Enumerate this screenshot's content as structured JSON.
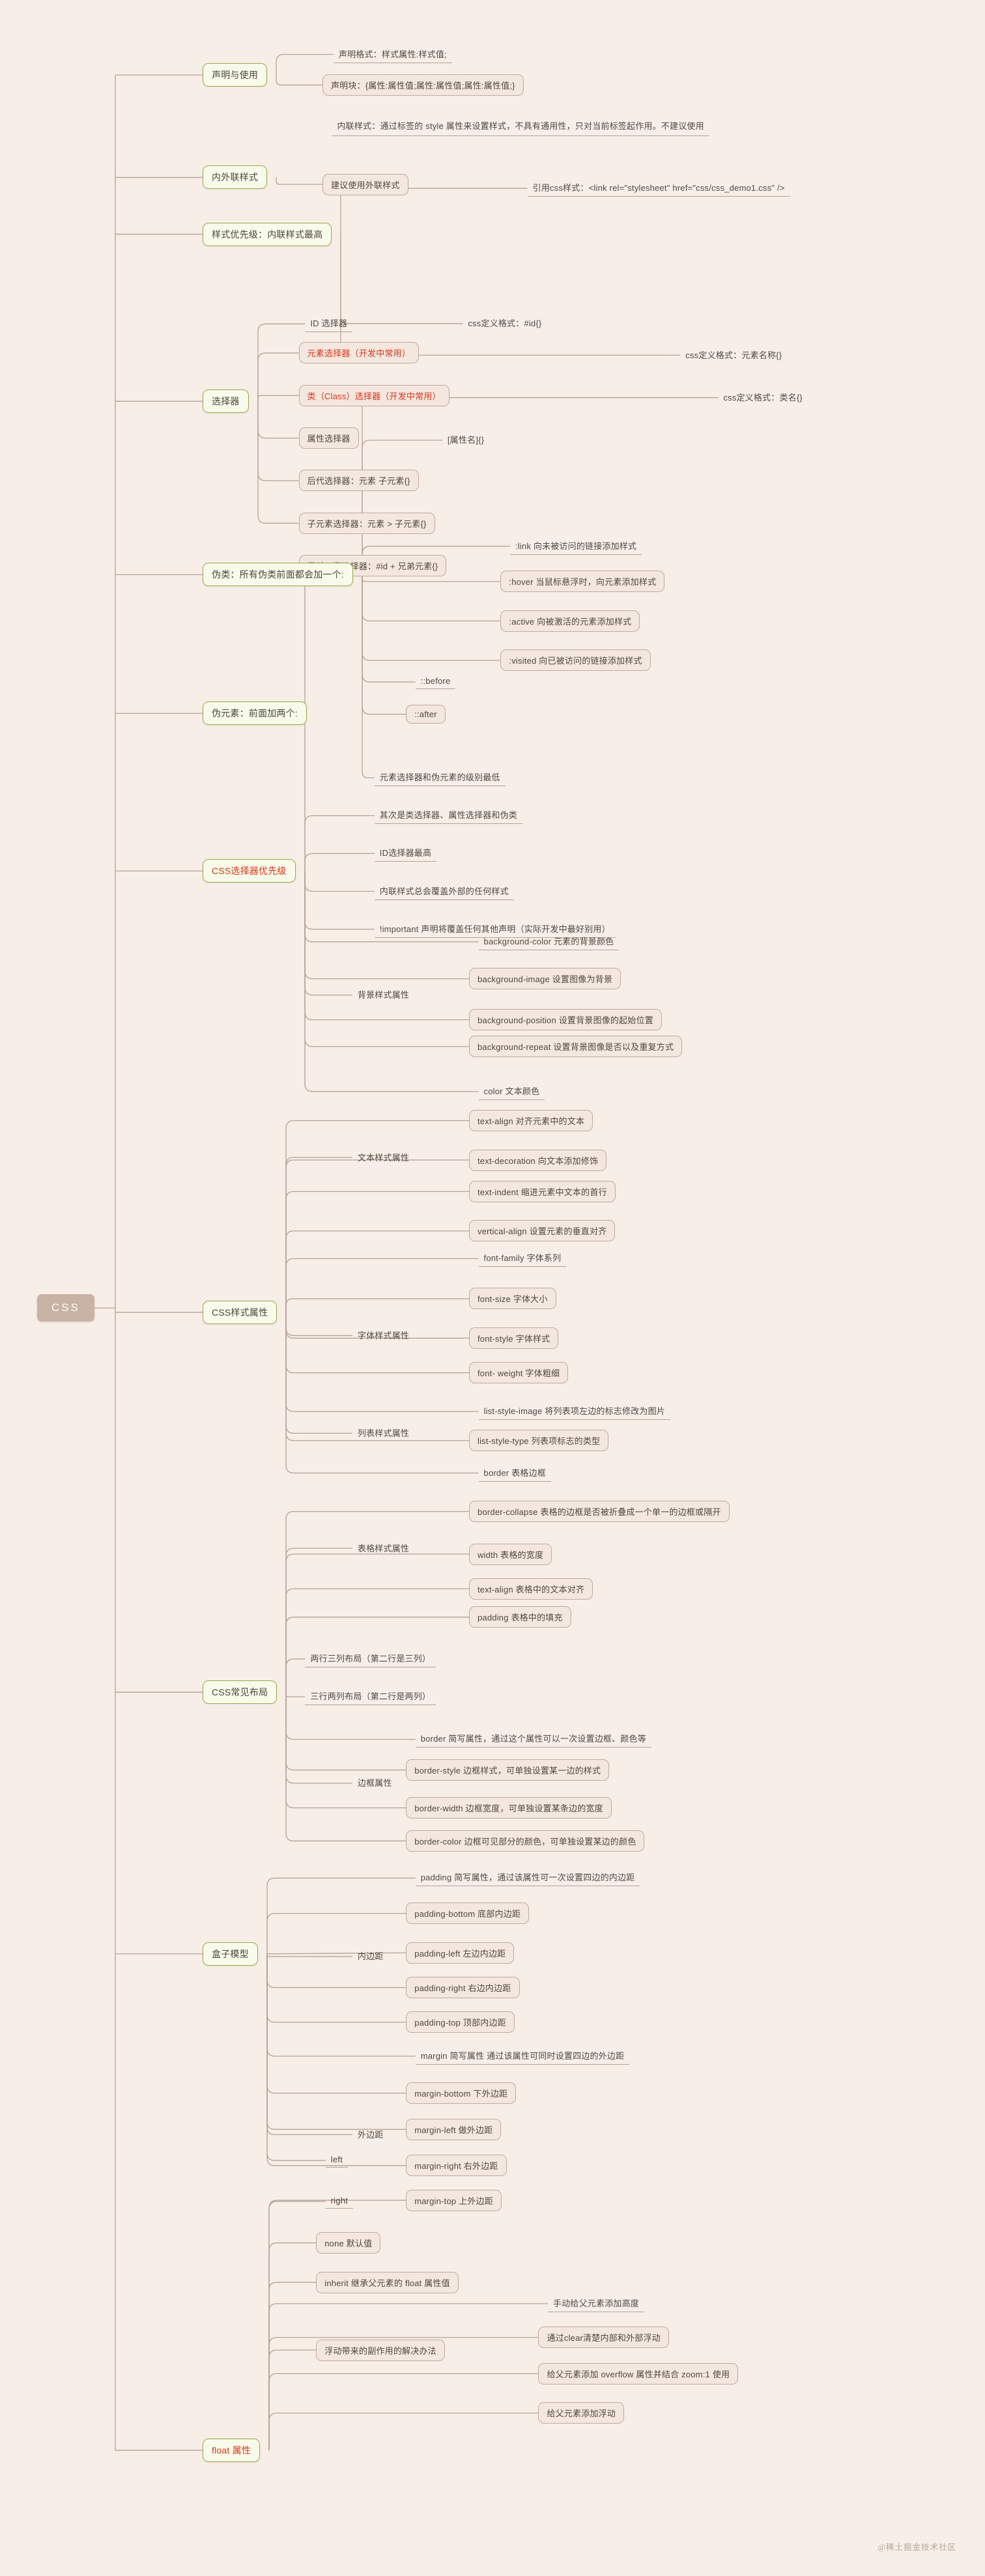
{
  "meta": {
    "root_label": "CSS",
    "credit": "@稀土掘金技术社区",
    "colors": {
      "canvas": "#f7eee8",
      "root_fill": "#c9b3a5",
      "branch_fill": "#f8fbe9",
      "branch_border": "#9aa94b",
      "panel_fill": "#f3e7df",
      "panel_border": "#bfab9e",
      "link": "#b6a296",
      "text": "#50483f",
      "accent_red": "#d8361b"
    }
  },
  "branches": [
    {
      "id": "decl",
      "label": "声明与使用",
      "children": [
        {
          "label": "声明格式：样式属性:样式值;",
          "style": "leaf"
        },
        {
          "label": "声明块：{属性:属性值;属性:属性值;属性:属性值;}",
          "style": "panel"
        }
      ]
    },
    {
      "id": "inline-external",
      "label": "内外联样式",
      "children": [
        {
          "label": "内联样式：通过标签的 style 属性来设置样式，不具有通用性，只对当前标签起作用。不建议使用",
          "style": "leaf-2line"
        },
        {
          "label": "建议使用外联样式",
          "style": "panel"
        },
        {
          "label": "引用css样式：<link rel=\"stylesheet\" href=\"css/css_demo1.css\" />",
          "style": "leaf"
        }
      ]
    },
    {
      "id": "priority-inline",
      "label": "样式优先级：内联样式最高",
      "children": []
    },
    {
      "id": "selector",
      "label": "选择器",
      "children": [
        {
          "label": "ID 选择器",
          "style": "leaf",
          "extra": "css定义格式：#id{}"
        },
        {
          "label": "元素选择器（开发中常用）",
          "style": "panel",
          "red": true,
          "extra": "css定义格式：元素名称{}"
        },
        {
          "label": "类（Class）选择器（开发中常用）",
          "style": "panel",
          "red": true,
          "extra": "css定义格式：类名{}"
        },
        {
          "label": "属性选择器",
          "style": "panel",
          "extra": "[属性名]{}"
        },
        {
          "label": "后代选择器：元素 子元素{}",
          "style": "panel"
        },
        {
          "label": "子元素选择器：元素 > 子元素{}",
          "style": "panel"
        },
        {
          "label": "兄弟元素选择器：#id + 兄弟元素{}",
          "style": "panel"
        }
      ]
    },
    {
      "id": "pseudo-class",
      "label": "伪类：所有伪类前面都会加一个:",
      "children": [
        {
          "label": ":link 向未被访问的链接添加样式",
          "style": "leaf"
        },
        {
          "label": ":hover 当鼠标悬浮时，向元素添加样式",
          "style": "panel"
        },
        {
          "label": ":active 向被激活的元素添加样式",
          "style": "panel"
        },
        {
          "label": ":visited 向已被访问的链接添加样式",
          "style": "panel"
        }
      ]
    },
    {
      "id": "pseudo-element",
      "label": "伪元素：前面加两个:",
      "children": [
        {
          "label": "::before",
          "style": "leaf"
        },
        {
          "label": "::after",
          "style": "panel"
        }
      ]
    },
    {
      "id": "selector-priority",
      "label": "CSS选择器优先级",
      "red": true,
      "children": [
        {
          "label": "元素选择器和伪元素的级别最低",
          "style": "leaf"
        },
        {
          "label": "其次是类选择器、属性选择器和伪类",
          "style": "leaf"
        },
        {
          "label": "ID选择器最高",
          "style": "leaf"
        },
        {
          "label": "内联样式总会覆盖外部的任何样式",
          "style": "leaf"
        },
        {
          "label": "!important 声明将覆盖任何其他声明（实际开发中最好别用）",
          "style": "leaf"
        }
      ]
    },
    {
      "id": "css-style-props",
      "label": "CSS样式属性",
      "groups": [
        {
          "label": "背景样式属性",
          "items": [
            "background-color 元素的背景颜色",
            "background-image 设置图像为背景",
            "background-position 设置背景图像的起始位置",
            "background-repeat 设置背景图像是否以及重复方式"
          ]
        },
        {
          "label": "文本样式属性",
          "items": [
            "color 文本颜色",
            "text-align 对齐元素中的文本",
            "text-decoration 向文本添加修饰",
            "text-indent 缩进元素中文本的首行",
            "vertical-align 设置元素的垂直对齐"
          ]
        },
        {
          "label": "字体样式属性",
          "items": [
            "font-family 字体系列",
            "font-size 字体大小",
            "font-style 字体样式",
            "font- weight 字体粗细"
          ]
        },
        {
          "label": "列表样式属性",
          "items": [
            "list-style-image 将列表项左边的标志修改为图片",
            "list-style-type 列表项标志的类型"
          ]
        },
        {
          "label": "表格样式属性",
          "items": [
            "border 表格边框",
            "border-collapse 表格的边框是否被折叠成一个单一的边框或隔开",
            "width 表格的宽度",
            "text-align 表格中的文本对齐",
            "padding 表格中的填充"
          ]
        }
      ]
    },
    {
      "id": "common-layout",
      "label": "CSS常见布局",
      "children": [
        {
          "label": "两行三列布局（第二行是三列）",
          "style": "leaf"
        },
        {
          "label": "三行两列布局（第二行是两列）",
          "style": "leaf"
        }
      ]
    },
    {
      "id": "box-model",
      "label": "盒子模型",
      "groups": [
        {
          "label": "边框属性",
          "items": [
            "border 简写属性，通过这个属性可以一次设置边框、颜色等",
            "border-style 边框样式，可单独设置某一边的样式",
            "border-width 边框宽度，可单独设置某条边的宽度",
            "border-color 边框可见部分的颜色，可单独设置某边的颜色"
          ]
        },
        {
          "label": "内边距",
          "items": [
            "padding 简写属性，通过该属性可一次设置四边的内边距",
            "padding-bottom 底部内边距",
            "padding-left 左边内边距",
            "padding-right 右边内边距",
            "padding-top 顶部内边距"
          ]
        },
        {
          "label": "外边距",
          "items": [
            "margin 简写属性 通过该属性可同时设置四边的外边距",
            "margin-bottom 下外边距",
            "margin-left 做外边距",
            "margin-right 右外边距",
            "margin-top 上外边距"
          ]
        }
      ]
    },
    {
      "id": "float",
      "label": "float 属性",
      "red": true,
      "children": [
        {
          "label": "left",
          "style": "leaf"
        },
        {
          "label": "right",
          "style": "leaf"
        },
        {
          "label": "none 默认值",
          "style": "panel"
        },
        {
          "label": "inherit 继承父元素的 float 属性值",
          "style": "panel"
        }
      ],
      "solution": {
        "label": "浮动带来的副作用的解决办法",
        "items": [
          "手动给父元素添加高度",
          "通过clear清楚内部和外部浮动",
          "给父元素添加 overflow 属性并结合 zoom:1 使用",
          "给父元素添加浮动"
        ]
      }
    }
  ]
}
